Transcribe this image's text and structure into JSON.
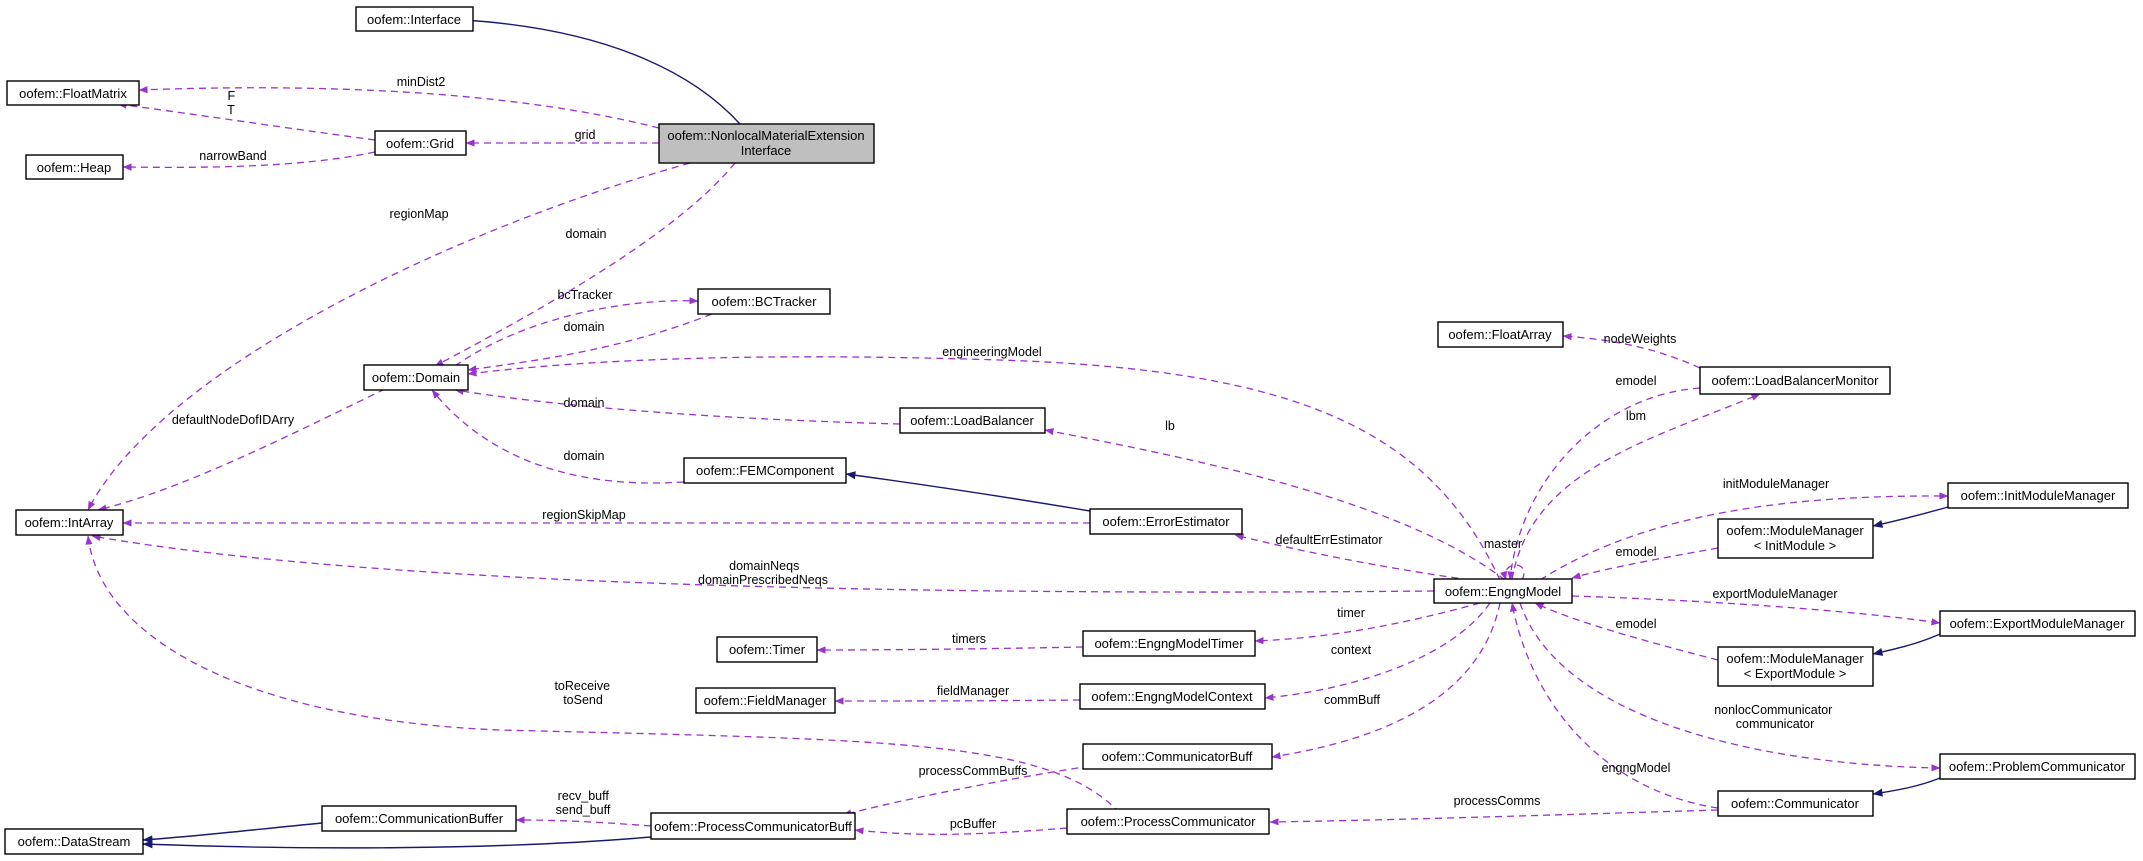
{
  "nodes": {
    "interface": {
      "lines": [
        "oofem::Interface"
      ]
    },
    "float_matrix": {
      "lines": [
        "oofem::FloatMatrix"
      ]
    },
    "grid": {
      "lines": [
        "oofem::Grid"
      ]
    },
    "nonlocal": {
      "lines": [
        "oofem::NonlocalMaterialExtension",
        "Interface"
      ]
    },
    "heap": {
      "lines": [
        "oofem::Heap"
      ]
    },
    "bc_tracker": {
      "lines": [
        "oofem::BCTracker"
      ]
    },
    "domain": {
      "lines": [
        "oofem::Domain"
      ]
    },
    "load_balancer": {
      "lines": [
        "oofem::LoadBalancer"
      ]
    },
    "fem_component": {
      "lines": [
        "oofem::FEMComponent"
      ]
    },
    "int_array": {
      "lines": [
        "oofem::IntArray"
      ]
    },
    "error_estimator": {
      "lines": [
        "oofem::ErrorEstimator"
      ]
    },
    "float_array": {
      "lines": [
        "oofem::FloatArray"
      ]
    },
    "lb_monitor": {
      "lines": [
        "oofem::LoadBalancerMonitor"
      ]
    },
    "engng_model": {
      "lines": [
        "oofem::EngngModel"
      ]
    },
    "init_module_manager": {
      "lines": [
        "oofem::InitModuleManager"
      ]
    },
    "module_manager_init": {
      "lines": [
        "oofem::ModuleManager",
        "< InitModule >"
      ]
    },
    "timer": {
      "lines": [
        "oofem::Timer"
      ]
    },
    "engng_model_timer": {
      "lines": [
        "oofem::EngngModelTimer"
      ]
    },
    "export_module_manager": {
      "lines": [
        "oofem::ExportModuleManager"
      ]
    },
    "module_manager_export": {
      "lines": [
        "oofem::ModuleManager",
        "< ExportModule >"
      ]
    },
    "field_manager": {
      "lines": [
        "oofem::FieldManager"
      ]
    },
    "engng_model_context": {
      "lines": [
        "oofem::EngngModelContext"
      ]
    },
    "communicator_buff": {
      "lines": [
        "oofem::CommunicatorBuff"
      ]
    },
    "problem_communicator": {
      "lines": [
        "oofem::ProblemCommunicator"
      ]
    },
    "communication_buffer": {
      "lines": [
        "oofem::CommunicationBuffer"
      ]
    },
    "communicator": {
      "lines": [
        "oofem::Communicator"
      ]
    },
    "process_communicator": {
      "lines": [
        "oofem::ProcessCommunicator"
      ]
    },
    "process_communicator_buff": {
      "lines": [
        "oofem::ProcessCommunicatorBuff"
      ]
    },
    "data_stream": {
      "lines": [
        "oofem::DataStream"
      ]
    }
  },
  "edges": {
    "min_dist2": {
      "lines": [
        "minDist2"
      ]
    },
    "grid": {
      "lines": [
        "grid"
      ]
    },
    "f_t": {
      "lines": [
        "F",
        "T"
      ]
    },
    "narrow_band": {
      "lines": [
        "narrowBand"
      ]
    },
    "region_map": {
      "lines": [
        "regionMap"
      ]
    },
    "domain_nl": {
      "lines": [
        "domain"
      ]
    },
    "bc_tracker": {
      "lines": [
        "bcTracker"
      ]
    },
    "domain_bct": {
      "lines": [
        "domain"
      ]
    },
    "engineering_model": {
      "lines": [
        "engineeringModel"
      ]
    },
    "domain_lb": {
      "lines": [
        "domain"
      ]
    },
    "default_node_dof": {
      "lines": [
        "defaultNodeDofIDArry"
      ]
    },
    "domain_fem": {
      "lines": [
        "domain"
      ]
    },
    "region_skip_map": {
      "lines": [
        "regionSkipMap"
      ]
    },
    "lb": {
      "lines": [
        "lb"
      ]
    },
    "default_err_estimator": {
      "lines": [
        "defaultErrEstimator"
      ]
    },
    "node_weights": {
      "lines": [
        "nodeWeights"
      ]
    },
    "emodel_lbm": {
      "lines": [
        "emodel"
      ]
    },
    "lbm": {
      "lines": [
        "lbm"
      ]
    },
    "master": {
      "lines": [
        "master"
      ]
    },
    "init_module_manager": {
      "lines": [
        "initModuleManager"
      ]
    },
    "emodel_init": {
      "lines": [
        "emodel"
      ]
    },
    "domain_neqs": {
      "lines": [
        "domainNeqs",
        "domainPrescribedNeqs"
      ]
    },
    "export_module_manager": {
      "lines": [
        "exportModuleManager"
      ]
    },
    "timer": {
      "lines": [
        "timer"
      ]
    },
    "timers": {
      "lines": [
        "timers"
      ]
    },
    "emodel_export": {
      "lines": [
        "emodel"
      ]
    },
    "context": {
      "lines": [
        "context"
      ]
    },
    "field_manager": {
      "lines": [
        "fieldManager"
      ]
    },
    "to_receive": {
      "lines": [
        "toReceive",
        "toSend"
      ]
    },
    "comm_buff": {
      "lines": [
        "commBuff"
      ]
    },
    "nonloc_communicator": {
      "lines": [
        "nonlocCommunicator",
        "communicator"
      ]
    },
    "engng_model": {
      "lines": [
        "engngModel"
      ]
    },
    "process_comm_buffs": {
      "lines": [
        "processCommBuffs"
      ]
    },
    "process_comms": {
      "lines": [
        "processComms"
      ]
    },
    "recv_buff": {
      "lines": [
        "recv_buff",
        "send_buff"
      ]
    },
    "pc_buffer": {
      "lines": [
        "pcBuffer"
      ]
    }
  },
  "colors": {
    "usage_edge": "#9a32cd",
    "inheritance_edge": "#191970",
    "focus_fill": "#bfbfbf"
  }
}
